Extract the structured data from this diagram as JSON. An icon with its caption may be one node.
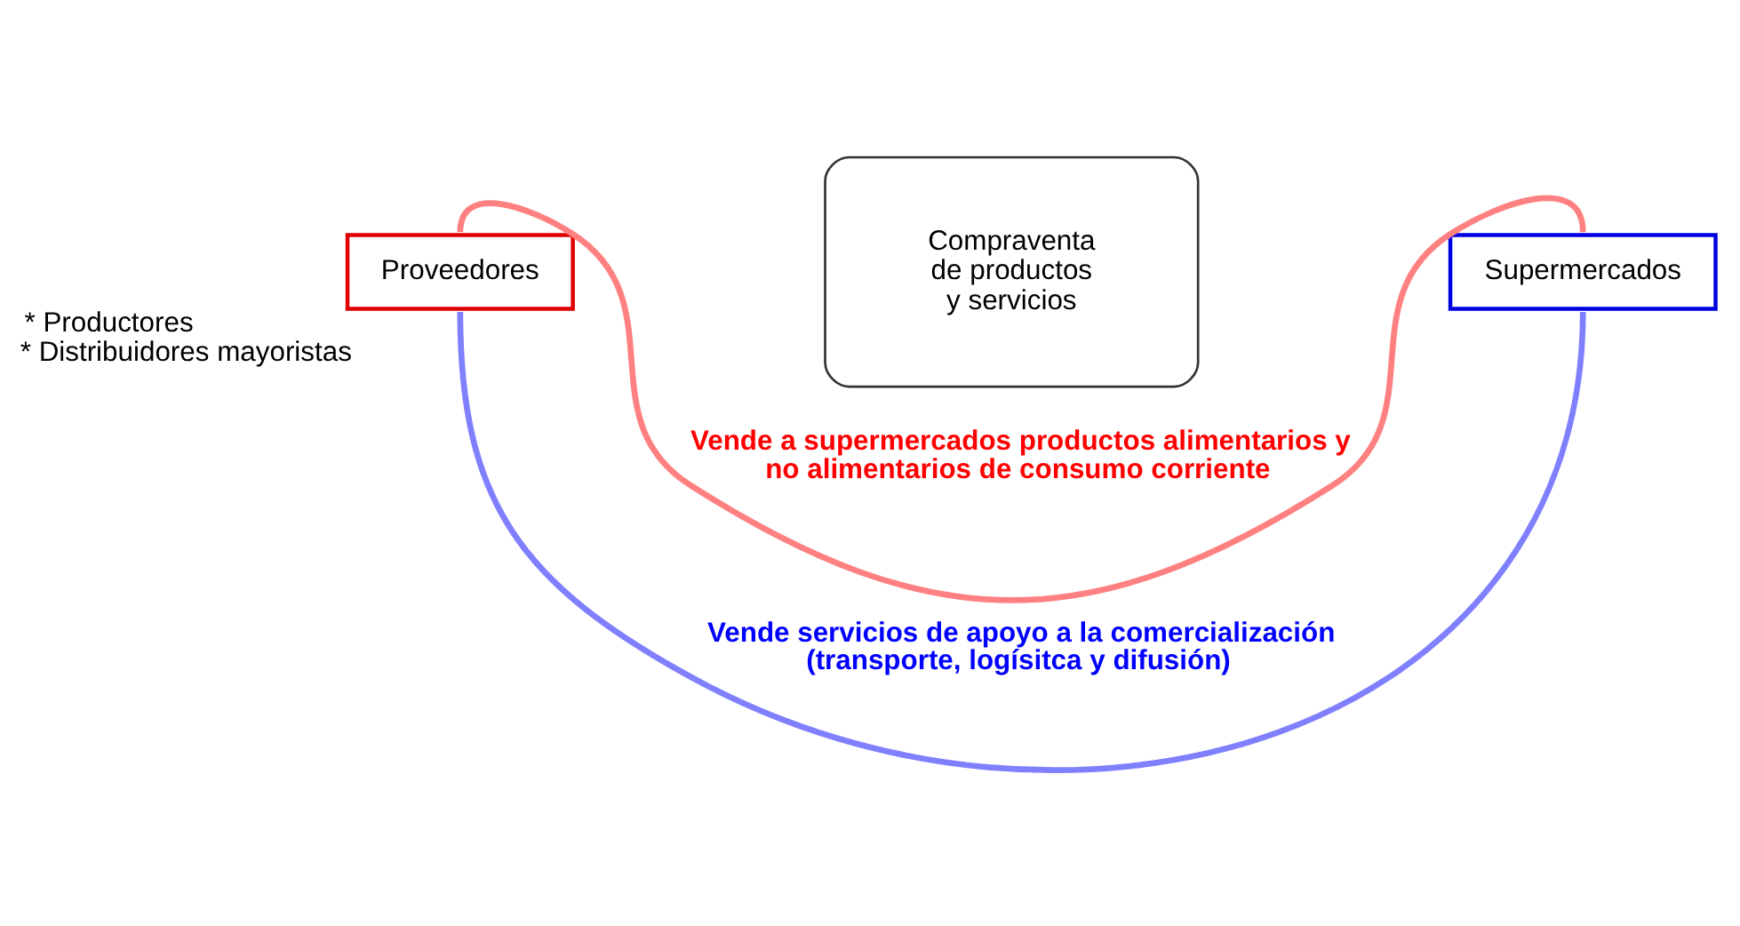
{
  "diagram": {
    "nodes": [
      {
        "text": [
          "Proveedores"
        ],
        "beside": [
          "* Productores",
          "* Distribuidores mayoristas"
        ]
      },
      {
        "text": [
          "Compraventa de productos y servicios"
        ]
      },
      {
        "text": [
          "Supermercados"
        ]
      }
    ],
    "edges": [
      {
        "from": 0,
        "to": 2,
        "arrow": "none",
        "label": "Vende a supermercados productos alimentarios y no alimentarios de consumo corriente",
        "color": "#ff8080"
      },
      {
        "from": 0,
        "to": 2,
        "arrow": "none",
        "label": "Vende servicios de apoyo a la comercialización (transporte, logísitca y difusión)",
        "color": "#8080ff"
      }
    ]
  }
}
